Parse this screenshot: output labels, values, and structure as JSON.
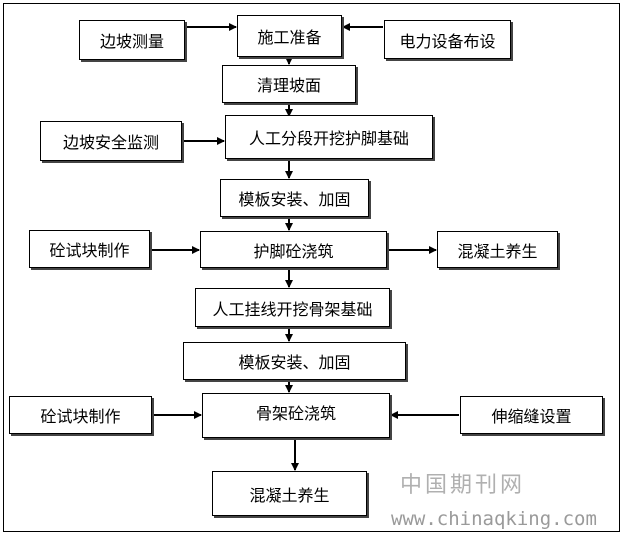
{
  "nodes": {
    "prep": "施工准备",
    "slope_survey": "边坡测量",
    "power_setup": "电力设备布设",
    "clean_slope": "清理坡面",
    "slope_monitor": "边坡安全监测",
    "toe_excavation": "人工分段开挖护脚基础",
    "formwork_1": "模板安装、加固",
    "test_block_1": "砼试块制作",
    "toe_pour": "护脚砼浇筑",
    "curing_1": "混凝土养生",
    "frame_excavation": "人工挂线开挖骨架基础",
    "formwork_2": "模板安装、加固",
    "test_block_2": "砼试块制作",
    "frame_pour": "骨架砼浇筑",
    "expansion_joint": "伸缩缝设置",
    "curing_2": "混凝土养生"
  },
  "watermark": {
    "cn": "中国期刊网",
    "url": "www.chinaqking.com"
  }
}
